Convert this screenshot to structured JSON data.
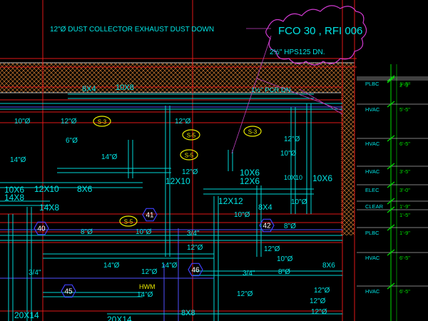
{
  "colors": {
    "background": "#000000",
    "duct": "#00d6d6",
    "text_cyan": "#00e5e5",
    "grid_red": "#e01818",
    "cloud": "#d23ad2",
    "leader": "#c040c0",
    "tag_yellow": "#e8e800",
    "tag_blue": "#4040ff",
    "pipe_blue": "#5050ff",
    "hatch_orange": "#c87830",
    "rack_green": "#00e000",
    "white": "#ffffff"
  },
  "top_right_label": "",
  "notes": {
    "exhaust": "12\"Ø DUST COLLECTOR EXHAUST DUST DOWN",
    "cloud": "FCO 30 , RFI 006",
    "hps": "2½\" HPS125 DN.",
    "pcr": "1½\" PCR DN."
  },
  "duct_labels": [
    {
      "id": "a",
      "text": "8X4"
    },
    {
      "id": "b",
      "text": "10X8"
    },
    {
      "id": "c",
      "text": "10\"Ø"
    },
    {
      "id": "d",
      "text": "12\"Ø"
    },
    {
      "id": "e",
      "text": "12\"Ø"
    },
    {
      "id": "f",
      "text": "6\"Ø"
    },
    {
      "id": "g",
      "text": "14\"Ø"
    },
    {
      "id": "h",
      "text": "14\"Ø"
    },
    {
      "id": "i",
      "text": "12\"Ø"
    },
    {
      "id": "j",
      "text": "12X10"
    },
    {
      "id": "k",
      "text": "10X6"
    },
    {
      "id": "l",
      "text": "12X10"
    },
    {
      "id": "m",
      "text": "10X6"
    },
    {
      "id": "n",
      "text": "14X8"
    },
    {
      "id": "o",
      "text": "12X6"
    },
    {
      "id": "p",
      "text": "8X6"
    },
    {
      "id": "q",
      "text": "12X12"
    },
    {
      "id": "r",
      "text": "10X6"
    },
    {
      "id": "s",
      "text": "14X8"
    },
    {
      "id": "t",
      "text": "8X4"
    },
    {
      "id": "u",
      "text": "12\"Ø"
    },
    {
      "id": "v",
      "text": "10\"Ø"
    },
    {
      "id": "w",
      "text": "10\"Ø"
    },
    {
      "id": "x",
      "text": "10\"Ø"
    },
    {
      "id": "y",
      "text": "8\"Ø"
    },
    {
      "id": "z",
      "text": "10\"Ø"
    },
    {
      "id": "aa",
      "text": "8\"Ø"
    },
    {
      "id": "ab",
      "text": "3/4\""
    },
    {
      "id": "ac",
      "text": "12\"Ø"
    },
    {
      "id": "ad",
      "text": "12\"Ø"
    },
    {
      "id": "ae",
      "text": "14\"Ø"
    },
    {
      "id": "af",
      "text": "12\"Ø"
    },
    {
      "id": "ag",
      "text": "14\"Ø"
    },
    {
      "id": "ah",
      "text": "3/4\""
    },
    {
      "id": "ai",
      "text": "8\"Ø"
    },
    {
      "id": "aj",
      "text": "10\"Ø"
    },
    {
      "id": "ak",
      "text": "12\"Ø"
    },
    {
      "id": "al",
      "text": "12\"Ø"
    },
    {
      "id": "am",
      "text": "14\"Ø"
    },
    {
      "id": "an",
      "text": "8X8"
    },
    {
      "id": "ao",
      "text": "20X14"
    },
    {
      "id": "ap",
      "text": "20X14"
    },
    {
      "id": "aq",
      "text": "12\"Ø"
    },
    {
      "id": "ar",
      "text": "10X10"
    },
    {
      "id": "as",
      "text": "8X6"
    },
    {
      "id": "at",
      "text": "3/4\""
    },
    {
      "id": "au",
      "text": "12\"Ø"
    },
    {
      "id": "av",
      "text": "14\"Ø"
    },
    {
      "id": "aw",
      "text": "10\"Ø"
    },
    {
      "id": "ax",
      "text": "12\"Ø"
    },
    {
      "id": "ay",
      "text": "8X8"
    },
    {
      "id": "az",
      "text": "HWM"
    }
  ],
  "tags": [
    {
      "id": "s3a",
      "text": "S-3"
    },
    {
      "id": "s5a",
      "text": "S-5"
    },
    {
      "id": "s5b",
      "text": "S-5"
    },
    {
      "id": "s3b",
      "text": "S-3"
    },
    {
      "id": "s5c",
      "text": "S-5"
    },
    {
      "id": "e40",
      "text": "40"
    },
    {
      "id": "e41",
      "text": "41"
    },
    {
      "id": "e42",
      "text": "42"
    },
    {
      "id": "e45",
      "text": "45"
    },
    {
      "id": "e46",
      "text": "46"
    }
  ],
  "rack": [
    {
      "label": "PLBC",
      "dim": "1'-5\""
    },
    {
      "label": "",
      "dim": "2'-9\""
    },
    {
      "label": "HVAC",
      "dim": "5'-5\""
    },
    {
      "label": "HVAC",
      "dim": "6'-5\""
    },
    {
      "label": "HVAC",
      "dim": "3'-5\""
    },
    {
      "label": "ELEC",
      "dim": "3'-0\""
    },
    {
      "label": "CLEAR",
      "dim": "1'-9\""
    },
    {
      "label": "",
      "dim": "1'-5\""
    },
    {
      "label": "PLBC",
      "dim": "1'-9\""
    },
    {
      "label": "HVAC",
      "dim": "6'-5\""
    },
    {
      "label": "HVAC",
      "dim": "6'-5\""
    }
  ]
}
